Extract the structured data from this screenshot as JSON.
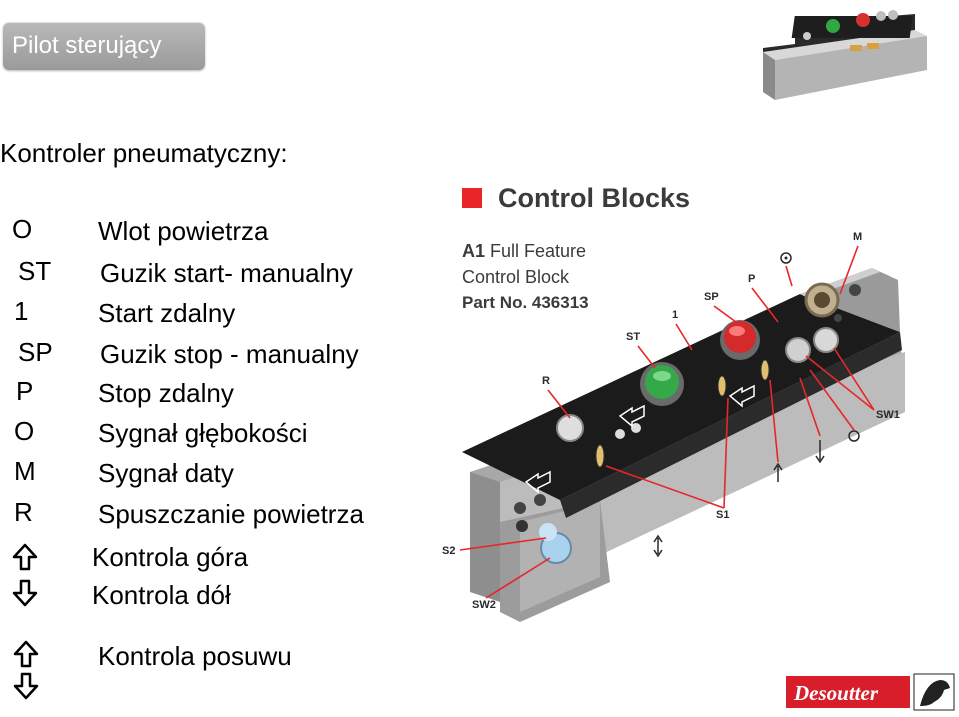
{
  "slide_title": "Pilot sterujący",
  "subtitle": "Kontroler pneumatyczny:",
  "legend": [
    {
      "code": "O",
      "desc": "Wlot powietrza"
    },
    {
      "code": "ST",
      "desc": "Guzik start-  manualny"
    },
    {
      "code": "1",
      "desc": "Start zdalny"
    },
    {
      "code": "SP",
      "desc": "Guzik stop - manualny"
    },
    {
      "code": "P",
      "desc": "Stop zdalny"
    },
    {
      "code": "O",
      "desc": "Sygnał głębokości"
    },
    {
      "code": "M",
      "desc": "Sygnał daty"
    },
    {
      "code": "R",
      "desc": "Spuszczanie powietrza"
    }
  ],
  "arrows": [
    {
      "icon": "arrow-up-icon",
      "desc": "Kontrola góra"
    },
    {
      "icon": "arrow-down-icon",
      "desc": "Kontrola dół"
    },
    {
      "icon": "arrow-updown-icon",
      "desc": "Kontrola posuwu"
    }
  ],
  "diagram": {
    "heading": "Control Blocks",
    "model_line1_bold": "A1",
    "model_line1_rest": " Full Feature",
    "model_line2": "Control Block",
    "part_no": "Part No. 436313",
    "labels": {
      "M": "M",
      "P": "P",
      "SP": "SP",
      "ST": "ST",
      "one": "1",
      "R": "R",
      "SW1": "SW1",
      "S1": "S1",
      "S2": "S2",
      "SW2": "SW2"
    },
    "accent_red": "#e8262a"
  },
  "logo_text": "Desoutter"
}
